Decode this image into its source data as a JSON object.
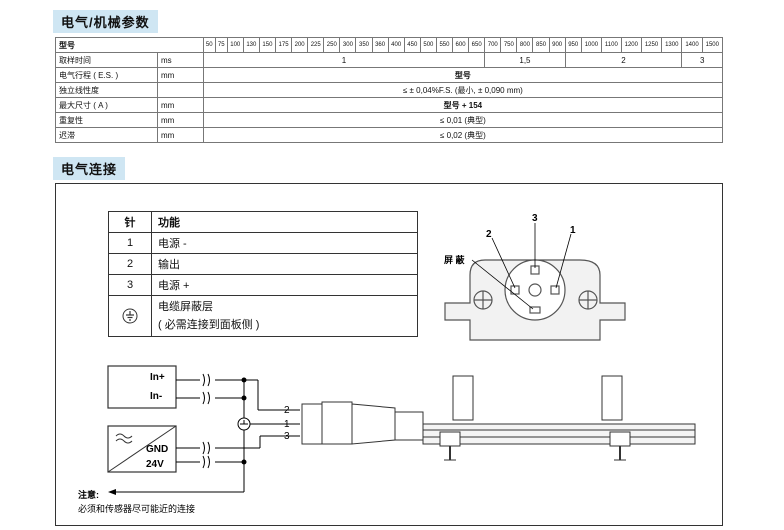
{
  "sections": {
    "params": "电气/机械参数",
    "connection": "电气连接"
  },
  "spec": {
    "model_label": "型号",
    "sizes": [
      "50",
      "75",
      "100",
      "130",
      "150",
      "175",
      "200",
      "225",
      "250",
      "300",
      "350",
      "360",
      "400",
      "450",
      "500",
      "550",
      "600",
      "650",
      "700",
      "750",
      "800",
      "850",
      "900",
      "950",
      "1000",
      "1100",
      "1200",
      "1250",
      "1300",
      "1400",
      "1500"
    ],
    "rows": [
      {
        "name": "取样时间",
        "unit": "ms",
        "values": [
          "1",
          "1,5",
          "2",
          "3"
        ]
      },
      {
        "name": "电气行程 ( E.S. )",
        "unit": "mm",
        "value": "型号"
      },
      {
        "name": "独立线性度",
        "unit": "",
        "value": "≤ ± 0,04%F.S. (最小, ± 0,090 mm)"
      },
      {
        "name": "最大尺寸 ( A )",
        "unit": "mm",
        "value": "型号 + 154"
      },
      {
        "name": "重复性",
        "unit": "mm",
        "value": "≤ 0,01 (典型)"
      },
      {
        "name": "迟滞",
        "unit": "mm",
        "value": "≤ 0,02 (典型)"
      }
    ]
  },
  "pins": {
    "header": {
      "pin": "针",
      "func": "功能"
    },
    "rows": [
      {
        "pin": "1",
        "func": "电源 -"
      },
      {
        "pin": "2",
        "func": "输出"
      },
      {
        "pin": "3",
        "func": "电源 +"
      }
    ],
    "shield": {
      "line1": "电缆屏蔽层",
      "line2": "( 必需连接到面板侧 )"
    }
  },
  "connector": {
    "label1": "1",
    "label2": "2",
    "label3": "3",
    "shield": "屏 蔽"
  },
  "wiring": {
    "in_plus": "In+",
    "in_minus": "In-",
    "gnd": "GND",
    "v24": "24V",
    "w2": "2",
    "w1": "1",
    "w3": "3"
  },
  "note": {
    "title": "注意:",
    "text": "必须和传感器尽可能近的连接"
  }
}
